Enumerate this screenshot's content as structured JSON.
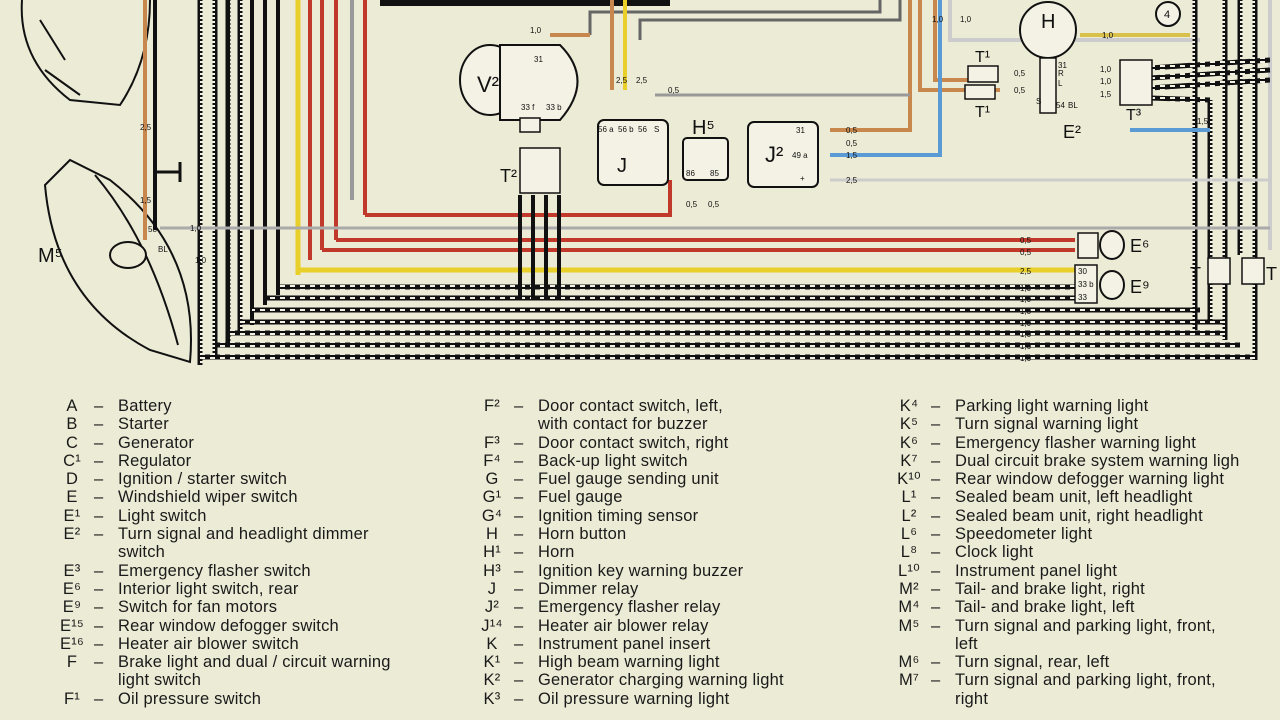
{
  "diagram": {
    "components": {
      "V2": "V²",
      "J": "J",
      "H5": "H⁵",
      "J2": "J²",
      "H": "H",
      "T1": "T¹",
      "T1b": "T¹",
      "T2": "T²",
      "T3": "T³",
      "E2": "E²",
      "E6": "E⁶",
      "E9": "E⁹",
      "M5": "M⁵",
      "T_left": "T",
      "T_right": "T",
      "circle4": "4"
    },
    "terminals": {
      "v2_31": "31",
      "v2_33f": "33 f",
      "v2_33b": "33 b",
      "j_56a": "56 a",
      "j_56b": "56 b",
      "j_56": "56",
      "j_s": "S",
      "h5_86": "86",
      "h5_85": "85",
      "j2_31": "31",
      "j2_49a": "49 a",
      "j2_plus": "+",
      "h_31": "31",
      "h_r": "R",
      "h_l": "L",
      "h_s": "S",
      "h_54": "54",
      "h_bl": "BL",
      "m5_58": "58",
      "m5_bl": "BL",
      "e9_30": "30",
      "e9_33b": "33 b",
      "e9_33": "33"
    },
    "wire_sizes": {
      "w25": "2,5",
      "w15": "1,5",
      "w10": "1,0",
      "w05": "0,5"
    }
  },
  "legend": {
    "col1": [
      {
        "code": "A",
        "desc": "Battery"
      },
      {
        "code": "B",
        "desc": "Starter"
      },
      {
        "code": "C",
        "desc": "Generator"
      },
      {
        "code": "C¹",
        "desc": "Regulator"
      },
      {
        "code": "D",
        "desc": "Ignition / starter switch"
      },
      {
        "code": "E",
        "desc": "Windshield wiper switch"
      },
      {
        "code": "E¹",
        "desc": "Light switch"
      },
      {
        "code": "E²",
        "desc": "Turn signal and headlight dimmer\nswitch"
      },
      {
        "code": "E³",
        "desc": "Emergency flasher switch"
      },
      {
        "code": "E⁶",
        "desc": "Interior light switch, rear"
      },
      {
        "code": "E⁹",
        "desc": "Switch for fan motors"
      },
      {
        "code": "E¹⁵",
        "desc": "Rear window defogger switch"
      },
      {
        "code": "E¹⁶",
        "desc": "Heater air blower switch"
      },
      {
        "code": "F",
        "desc": "Brake light and dual / circuit warning\nlight switch"
      },
      {
        "code": "F¹",
        "desc": "Oil pressure switch"
      }
    ],
    "col2": [
      {
        "code": "F²",
        "desc": "Door contact switch, left,\nwith contact for buzzer"
      },
      {
        "code": "F³",
        "desc": "Door contact switch, right"
      },
      {
        "code": "F⁴",
        "desc": "Back-up light switch"
      },
      {
        "code": "G",
        "desc": "Fuel gauge sending unit"
      },
      {
        "code": "G¹",
        "desc": "Fuel gauge"
      },
      {
        "code": "G⁴",
        "desc": "Ignition timing sensor"
      },
      {
        "code": "H",
        "desc": "Horn button"
      },
      {
        "code": "H¹",
        "desc": "Horn"
      },
      {
        "code": "H³",
        "desc": "Ignition key warning buzzer"
      },
      {
        "code": "J",
        "desc": "Dimmer relay"
      },
      {
        "code": "J²",
        "desc": "Emergency flasher relay"
      },
      {
        "code": "J¹⁴",
        "desc": "Heater air blower relay"
      },
      {
        "code": "K",
        "desc": "Instrument panel insert"
      },
      {
        "code": "K¹",
        "desc": "High beam warning light"
      },
      {
        "code": "K²",
        "desc": "Generator charging warning light"
      },
      {
        "code": "K³",
        "desc": "Oil pressure warning light"
      }
    ],
    "col3": [
      {
        "code": "K⁴",
        "desc": "Parking light warning light"
      },
      {
        "code": "K⁵",
        "desc": "Turn signal warning light"
      },
      {
        "code": "K⁶",
        "desc": "Emergency flasher warning light"
      },
      {
        "code": "K⁷",
        "desc": "Dual circuit brake system warning ligh"
      },
      {
        "code": "K¹⁰",
        "desc": "Rear window defogger warning light"
      },
      {
        "code": "L¹",
        "desc": "Sealed beam unit, left headlight"
      },
      {
        "code": "L²",
        "desc": "Sealed beam unit, right headlight"
      },
      {
        "code": "L⁶",
        "desc": "Speedometer light"
      },
      {
        "code": "L⁸",
        "desc": "Clock light"
      },
      {
        "code": "L¹⁰",
        "desc": "Instrument panel light"
      },
      {
        "code": "M²",
        "desc": "Tail- and brake light, right"
      },
      {
        "code": "M⁴",
        "desc": "Tail- and brake light, left"
      },
      {
        "code": "M⁵",
        "desc": "Turn signal and parking light, front,\nleft"
      },
      {
        "code": "M⁶",
        "desc": "Turn signal, rear, left"
      },
      {
        "code": "M⁷",
        "desc": "Turn signal and parking light, front,\nright"
      }
    ]
  }
}
